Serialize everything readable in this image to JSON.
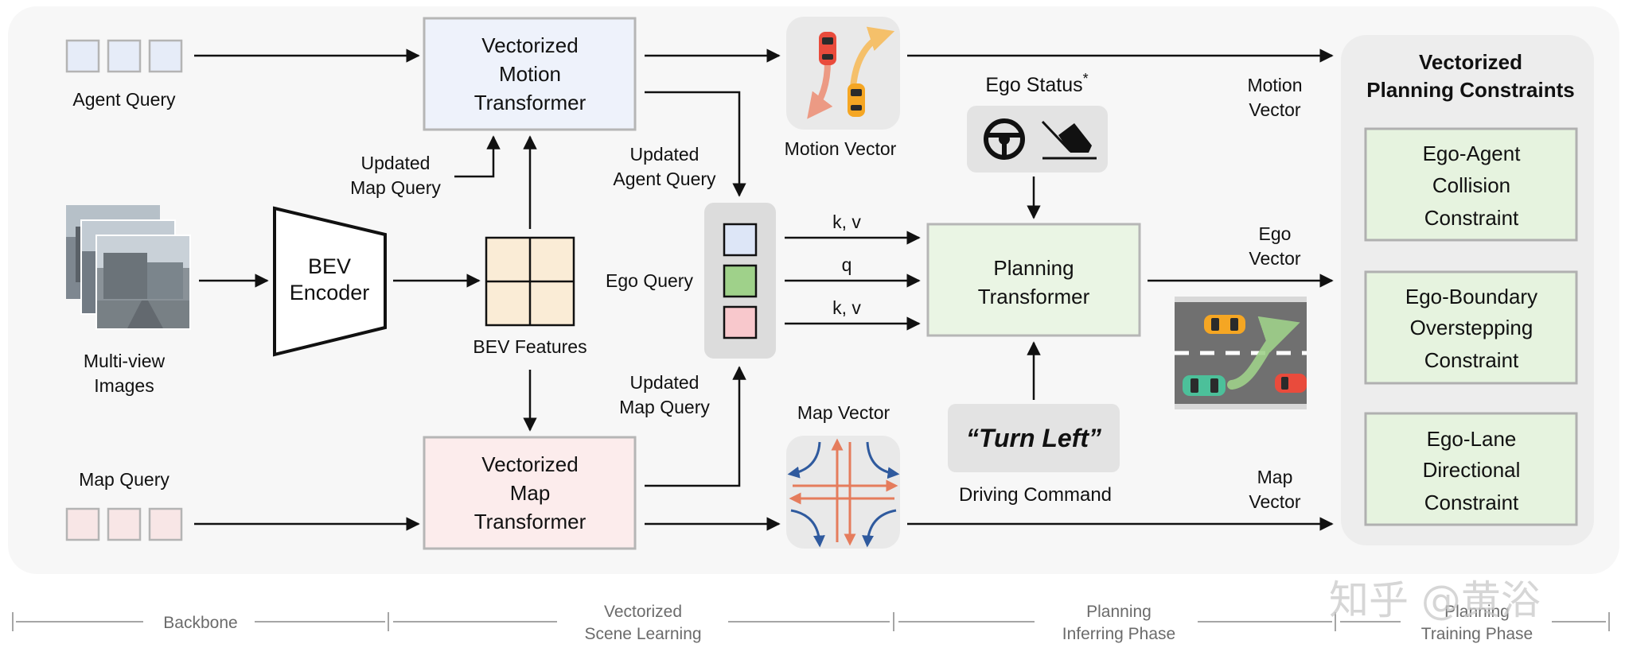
{
  "labels": {
    "agent_query": "Agent Query",
    "map_query": "Map Query",
    "multiview_l1": "Multi-view",
    "multiview_l2": "Images",
    "bev_encoder_l1": "BEV",
    "bev_encoder_l2": "Encoder",
    "bev_features": "BEV Features",
    "vmt_l1": "Vectorized",
    "vmt_l2": "Motion",
    "vmt_l3": "Transformer",
    "vmapt_l1": "Vectorized",
    "vmapt_l2": "Map",
    "vmapt_l3": "Transformer",
    "updated_map_query_top_l1": "Updated",
    "updated_map_query_top_l2": "Map Query",
    "updated_agent_query_l1": "Updated",
    "updated_agent_query_l2": "Agent Query",
    "updated_map_query_bottom_l1": "Updated",
    "updated_map_query_bottom_l2": "Map Query",
    "ego_query": "Ego Query",
    "kv_top": "k, v",
    "q": "q",
    "kv_bottom": "k, v",
    "motion_vector_caption": "Motion Vector",
    "map_vector_caption": "Map Vector",
    "ego_status": "Ego Status",
    "ego_status_mark": "*",
    "planning_l1": "Planning",
    "planning_l2": "Transformer",
    "turn_left": "“Turn Left”",
    "driving_command": "Driving Command",
    "motion_vector_out_l1": "Motion",
    "motion_vector_out_l2": "Vector",
    "ego_vector_out_l1": "Ego",
    "ego_vector_out_l2": "Vector",
    "map_vector_out_l1": "Map",
    "map_vector_out_l2": "Vector",
    "constraints_title_l1": "Vectorized",
    "constraints_title_l2": "Planning Constraints",
    "c1_l1": "Ego-Agent",
    "c1_l2": "Collision",
    "c1_l3": "Constraint",
    "c2_l1": "Ego-Boundary",
    "c2_l2": "Overstepping",
    "c2_l3": "Constraint",
    "c3_l1": "Ego-Lane",
    "c3_l2": "Directional",
    "c3_l3": "Constraint"
  },
  "phases": {
    "backbone": "Backbone",
    "vsl_l1": "Vectorized",
    "vsl_l2": "Scene Learning",
    "pip_l1": "Planning",
    "pip_l2": "Inferring Phase",
    "ptp_l1": "Planning",
    "ptp_l2": "Training Phase"
  },
  "watermark": "知乎 @黄浴",
  "colors": {
    "agent_query_fill": "#e6ecf8",
    "map_query_fill": "#f8e6e6",
    "bev_feature_fill": "#faecd6",
    "motion_transformer_fill": "#eef2fb",
    "map_transformer_fill": "#fcecec",
    "planning_fill": "#eaf5e4",
    "constraint_fill": "#e6f3df",
    "panel_fill": "#ededed",
    "ego_green": "#9fd18a",
    "ego_red": "#f8c8cc",
    "ego_blue": "#dde6f7"
  }
}
